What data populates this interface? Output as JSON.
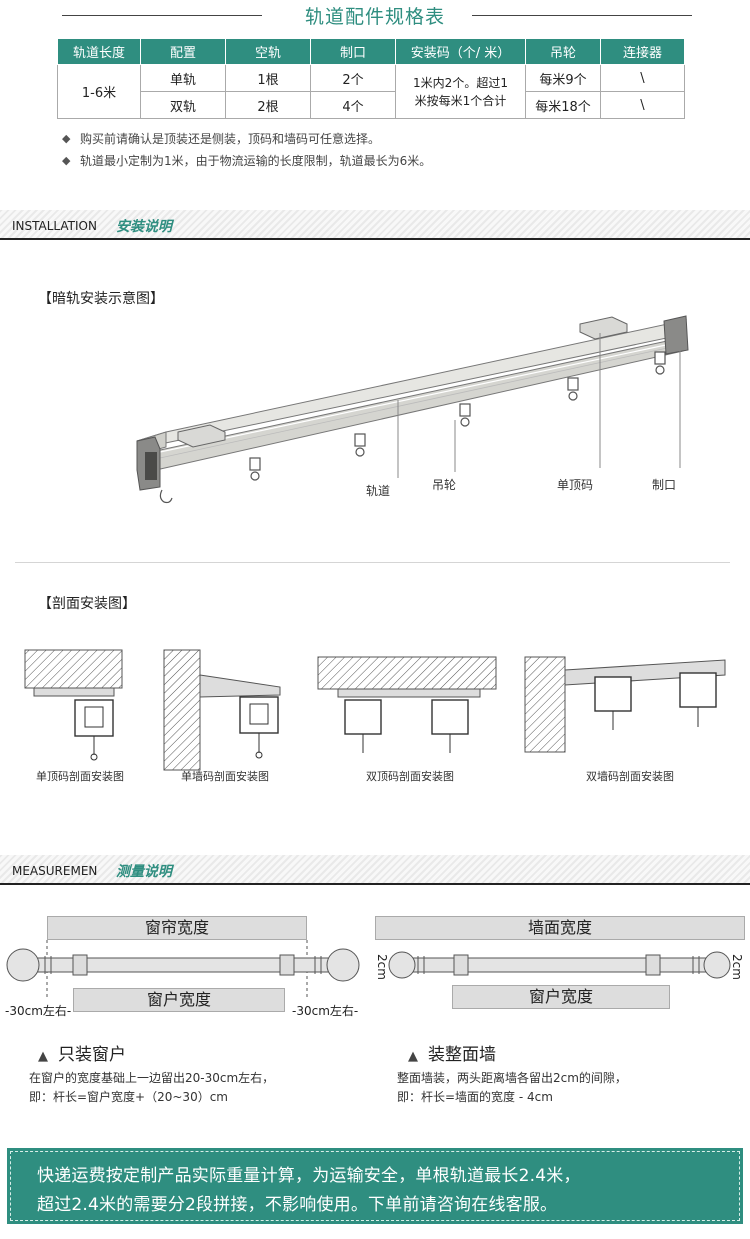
{
  "spec": {
    "title": "轨道配件规格表",
    "headers": [
      "轨道长度",
      "配置",
      "空轨",
      "制口",
      "安装码（个/ 米）",
      "吊轮",
      "连接器"
    ],
    "length": "1-6米",
    "rows": [
      {
        "config": "单轨",
        "rail": "1根",
        "cap": "2个",
        "hook": "每米9个",
        "connector": "\\"
      },
      {
        "config": "双轨",
        "rail": "2根",
        "cap": "4个",
        "hook": "每米18个",
        "connector": "\\"
      }
    ],
    "mount_note_1": "1米内2个。超过1",
    "mount_note_2": "米按每米1个合计",
    "bullet_1": "购买前请确认是顶装还是侧装，顶码和墙码可任意选择。",
    "bullet_2": "轨道最小定制为1米，由于物流运输的长度限制，轨道最长为6米。",
    "bullet_symbol": "◆"
  },
  "installation": {
    "header_en": "INSTALLATION",
    "header_cn": "安装说明",
    "diagram_title": "【暗轨安装示意图】",
    "callouts": [
      "轨道",
      "吊轮",
      "单顶码",
      "制口"
    ],
    "section_title": "【剖面安装图】",
    "section_captions": [
      "单顶码剖面安装图",
      "单墙码剖面安装图",
      "双顶码剖面安装图",
      "双墙码剖面安装图"
    ]
  },
  "measurement": {
    "header_en": "MEASUREMEN",
    "header_cn": "测量说明",
    "left": {
      "top_box": "窗帘宽度",
      "bottom_box": "窗户宽度",
      "side_left": "-30cm左右-",
      "side_right": "-30cm左右-",
      "title": "只装窗户",
      "note_1": "在窗户的宽度基础上一边留出20-30cm左右，",
      "note_2": "即：杆长=窗户宽度+（20~30）cm"
    },
    "right": {
      "top_box": "墙面宽度",
      "bottom_box": "窗户宽度",
      "side_left": "2cm",
      "side_right": "2cm",
      "title": "装整面墙",
      "note_1": "整面墙装，两头距离墙各留出2cm的间隙，",
      "note_2": "即：杆长=墙面的宽度 - 4cm"
    },
    "triangle_symbol": "▲"
  },
  "banner": {
    "line_1": "快递运费按定制产品实际重量计算，为运输安全，单根轨道最长2.4米，",
    "line_2": "超过2.4米的需要分2段拼接，不影响使用。下单前请咨询在线客服。"
  },
  "colors": {
    "accent": "#2f8e80",
    "rail": "#dcdcd6",
    "hatch": "#555555"
  }
}
